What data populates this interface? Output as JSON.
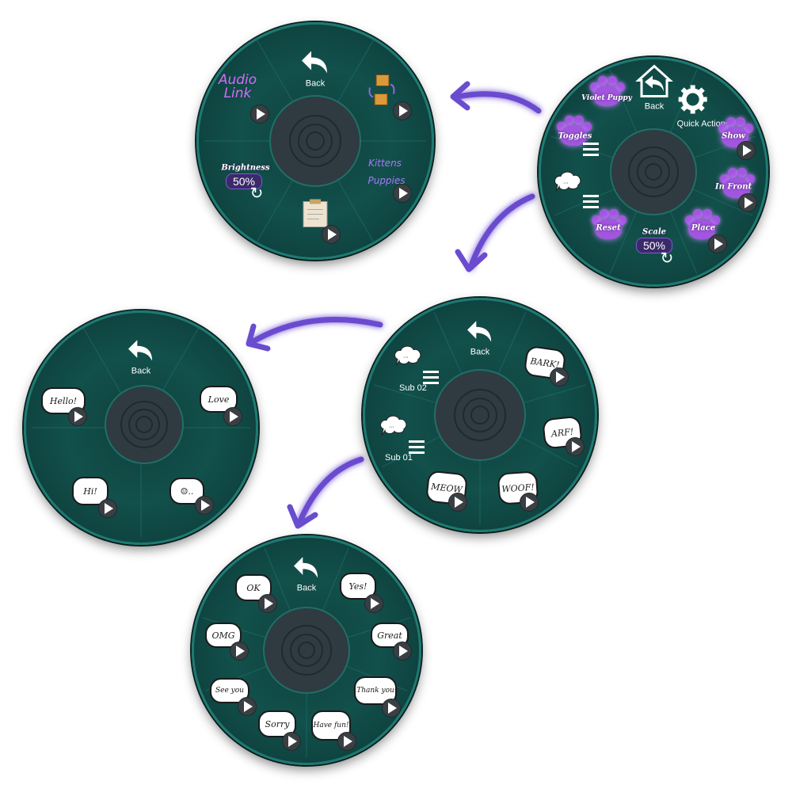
{
  "colors": {
    "accent": "#7a5ad0",
    "arrow": "#6a4ccf",
    "menu_bg": "#12504b",
    "hub": "#2f3b40"
  },
  "menus": {
    "main": {
      "back": "Back",
      "quick_actions": "Quick Actions",
      "violet_puppy": "Violet Puppy",
      "toggles": "Toggles",
      "show": "Show",
      "in_front": "In Front",
      "reset": "Reset",
      "scale": "Scale",
      "scale_value": "50%",
      "place": "Place",
      "chat_icon": "chat-bubble-icon"
    },
    "settings": {
      "back": "Back",
      "audio_link": "Audio\nLink",
      "brightness": "Brightness",
      "brightness_value": "50%",
      "kittens": "Kittens",
      "puppies": "Puppies"
    },
    "barks": {
      "back": "Back",
      "sub02": "Sub 02",
      "sub01": "Sub 01",
      "bark": "BARK!",
      "arf": "ARF!",
      "woof": "WOOF!",
      "meow": "MEOW"
    },
    "sub02": {
      "back": "Back",
      "hello": "Hello!",
      "love": "Love",
      "hi": "Hi!"
    },
    "sub01": {
      "back": "Back",
      "ok": "OK",
      "yes": "Yes!",
      "omg": "OMG",
      "great": "Great",
      "see_you": "See you",
      "thank_you": "Thank you",
      "sorry": "Sorry",
      "have_fun": "Have fun!"
    }
  }
}
